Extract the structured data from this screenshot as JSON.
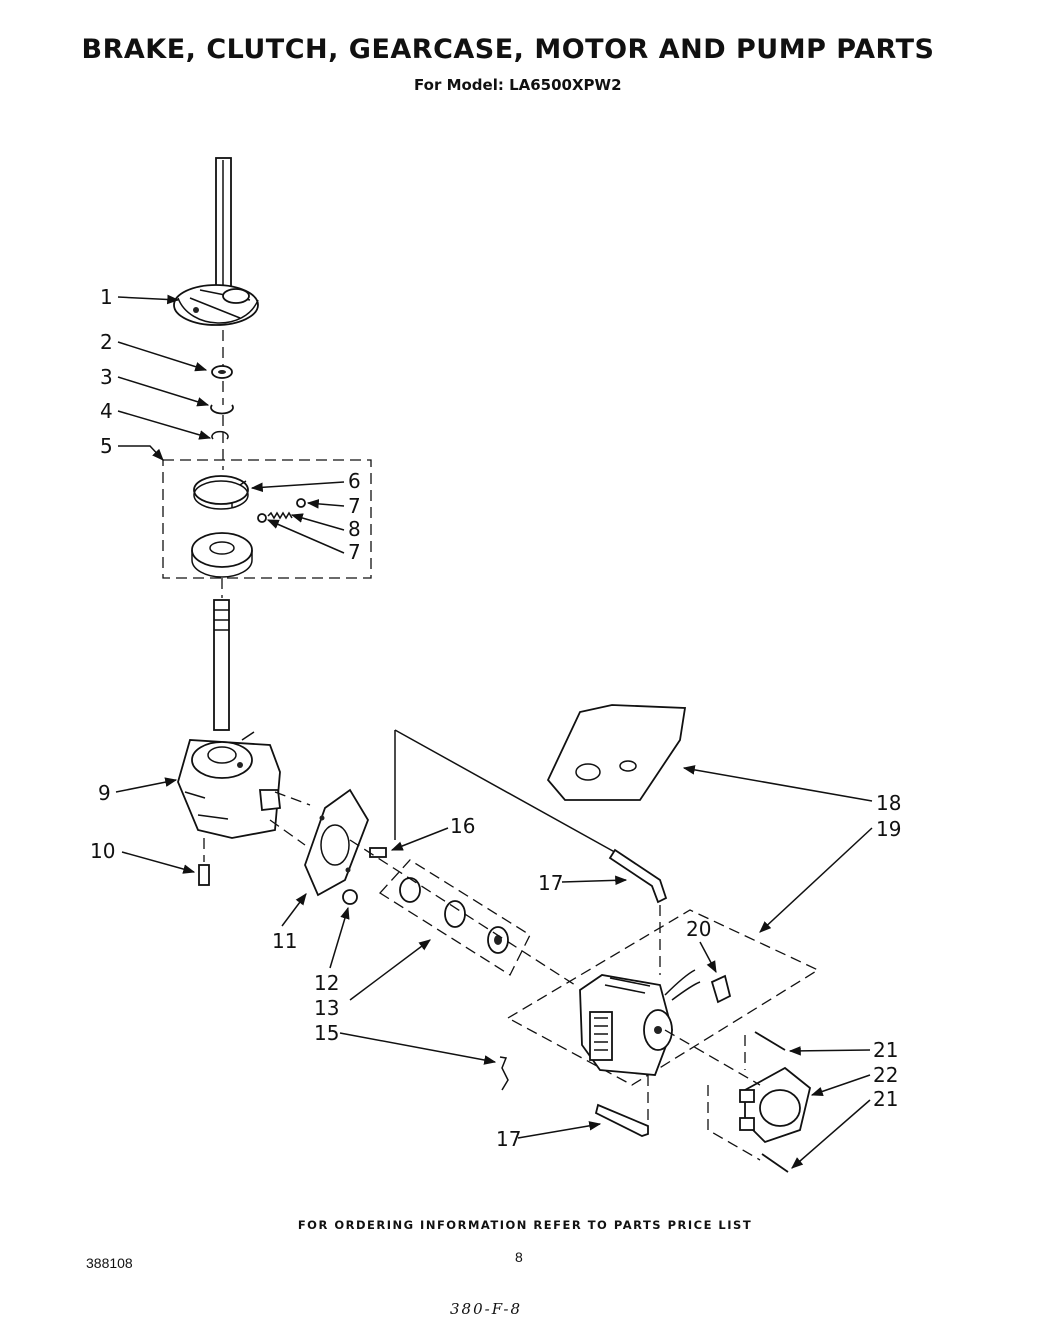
{
  "title": "BRAKE, CLUTCH, GEARCASE, MOTOR AND PUMP PARTS",
  "subtitle": "For Model: LA6500XPW2",
  "callouts": {
    "c1": "1",
    "c2": "2",
    "c3": "3",
    "c4": "4",
    "c5": "5",
    "c6": "6",
    "c7a": "7",
    "c8": "8",
    "c7b": "7",
    "c9": "9",
    "c10": "10",
    "c11": "11",
    "c12": "12",
    "c13": "13",
    "c15": "15",
    "c16": "16",
    "c17a": "17",
    "c17b": "17",
    "c18": "18",
    "c19": "19",
    "c20": "20",
    "c21a": "21",
    "c22": "22",
    "c21b": "21"
  },
  "footer": "FOR ORDERING INFORMATION REFER TO PARTS PRICE LIST",
  "doc_number": "388108",
  "page_number": "8",
  "handwritten_note": "380-F-8"
}
